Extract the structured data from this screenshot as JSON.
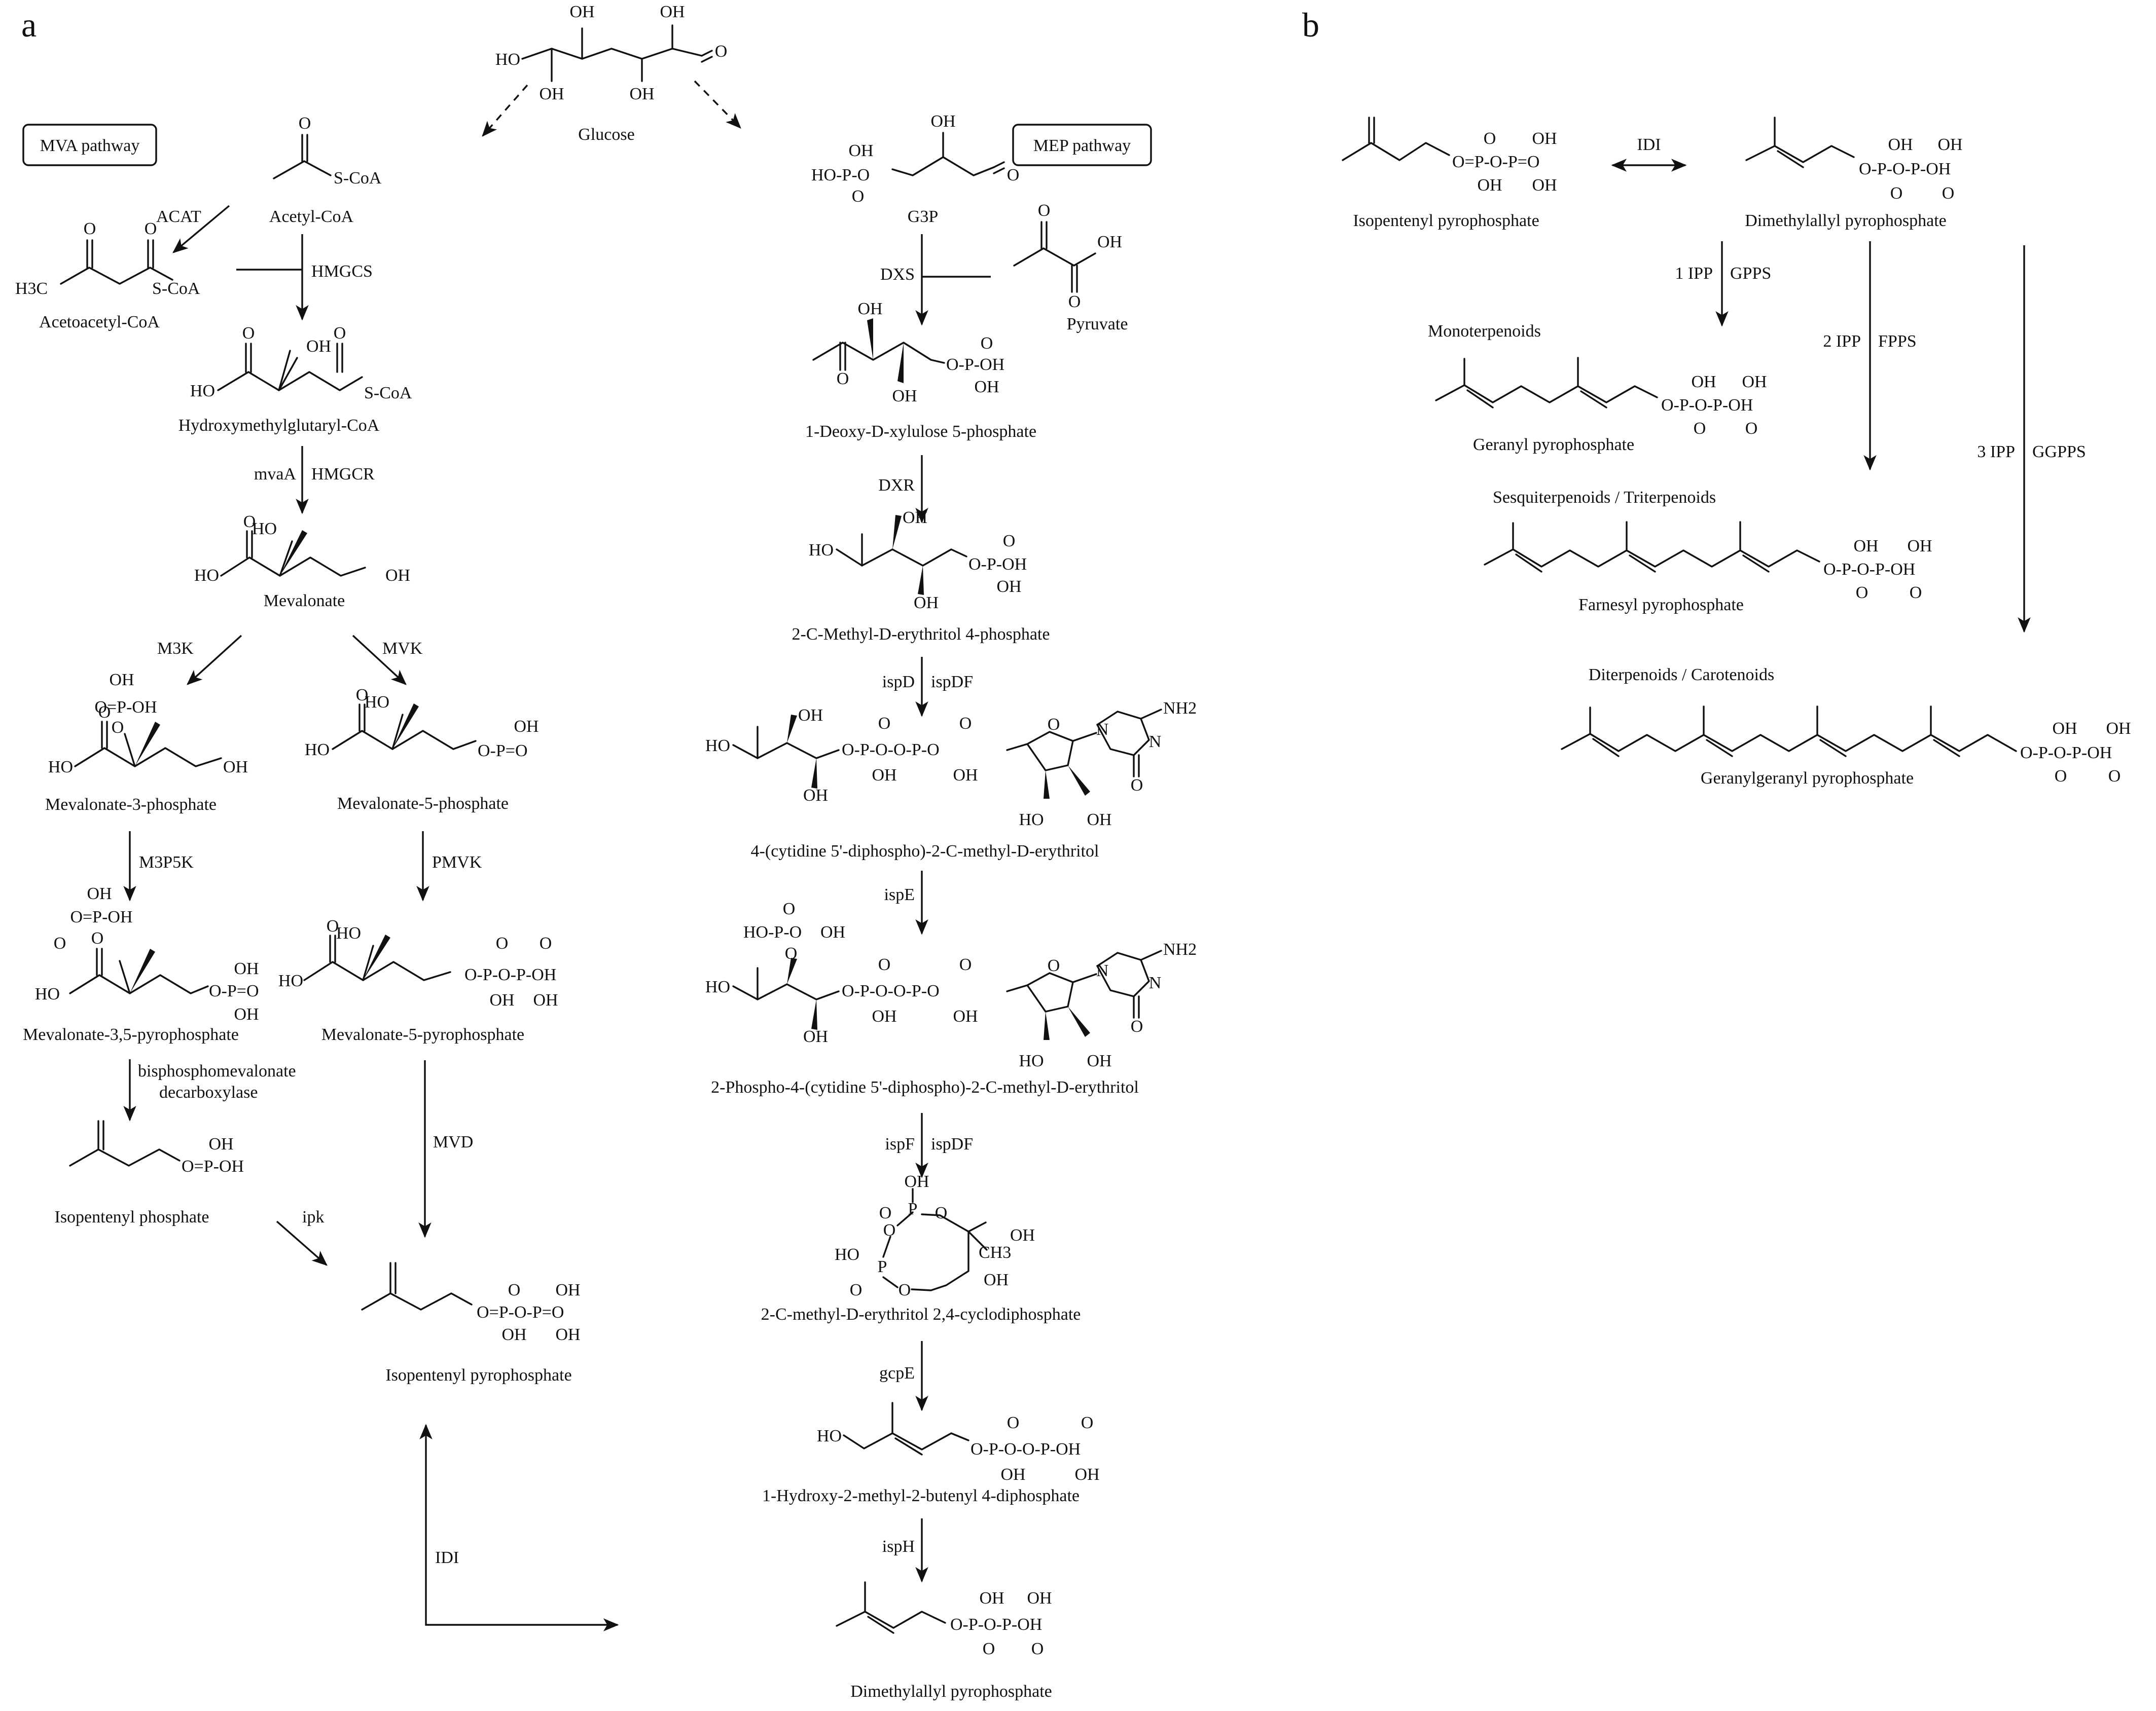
{
  "panels": {
    "a": "a",
    "b": "b"
  },
  "pathway_boxes": {
    "mva": "MVA pathway",
    "mep": "MEP pathway"
  },
  "start": {
    "glucose": "Glucose"
  },
  "mva": {
    "acetyl_coa": "Acetyl-CoA",
    "acetoacetyl_coa": "Acetoacetyl-CoA",
    "hmg_coa": "Hydroxymethylglutaryl-CoA",
    "mevalonate": "Mevalonate",
    "mevalonate_3p": "Mevalonate-3-phosphate",
    "mevalonate_5p": "Mevalonate-5-phosphate",
    "mevalonate_35pp": "Mevalonate-3,5-pyrophosphate",
    "mevalonate_5pp": "Mevalonate-5-pyrophosphate",
    "isopentenyl_p": "Isopentenyl phosphate",
    "ipp": "Isopentenyl pyrophosphate",
    "dmapp": "Dimethylallyl pyrophosphate"
  },
  "mva_enzymes": {
    "acat": "ACAT",
    "hmgcs": "HMGCS",
    "mvaa": "mvaA",
    "hmgcr": "HMGCR",
    "m3k": "M3K",
    "mvk": "MVK",
    "m3p5k": "M3P5K",
    "pmvk": "PMVK",
    "bpmd_1": "bisphosphomevalonate",
    "bpmd_2": "decarboxylase",
    "mvd": "MVD",
    "ipk": "ipk",
    "idi": "IDI"
  },
  "mep": {
    "g3p": "G3P",
    "pyruvate": "Pyruvate",
    "dxp": "1-Deoxy-D-xylulose 5-phosphate",
    "mep": "2-C-Methyl-D-erythritol 4-phosphate",
    "cdp_me": "4-(cytidine 5'-diphospho)-2-C-methyl-D-erythritol",
    "cdp_mep": "2-Phospho-4-(cytidine 5'-diphospho)-2-C-methyl-D-erythritol",
    "mecpp": "2-C-methyl-D-erythritol 2,4-cyclodiphosphate",
    "hmbpp": "1-Hydroxy-2-methyl-2-butenyl 4-diphosphate"
  },
  "mep_enzymes": {
    "dxs": "DXS",
    "dxr": "DXR",
    "ispd": "ispD",
    "ispdf": "ispDF",
    "ispe": "ispE",
    "ispf": "ispF",
    "ispdf2": "ispDF",
    "gcpe": "gcpE",
    "isph": "ispH"
  },
  "b": {
    "ipp": "Isopentenyl pyrophosphate",
    "dmapp": "Dimethylallyl pyrophosphate",
    "idi": "IDI",
    "gpps_count": "1 IPP",
    "gpps": "GPPS",
    "fpps_count": "2 IPP",
    "fpps": "FPPS",
    "ggpps_count": "3 IPP",
    "ggpps": "GGPPS",
    "class_mono": "Monoterpenoids",
    "gpp": "Geranyl pyrophosphate",
    "class_sesqui": "Sesquiterpenoids / Triterpenoids",
    "fpp": "Farnesyl pyrophosphate",
    "class_di": "Diterpenoids / Carotenoids",
    "ggpp": "Geranylgeranyl pyrophosphate"
  },
  "atoms": {
    "oh": "OH",
    "ho": "HO",
    "o": "O",
    "o_bond": "O=",
    "p": "P",
    "scoa": "S-CoA",
    "h3c": "H3C",
    "ch3": "CH3",
    "nh2": "NH2",
    "n": "N",
    "ho_p_o": "HO-P-O",
    "o_p_oh": "O-P-OH",
    "o_p_o": "O-P-O",
    "p_oh": "P-OH",
    "o_eq_p_oh": "O=P-OH",
    "o_eq_p_o": "O=P-O",
    "o_p_eq_o": "O-P=O",
    "p_eq_o": "P=O",
    "o_p_o_p_oh": "O-P-O-P-OH",
    "o_eq_p_o_p_eq_o": "O=P-O-P=O",
    "o_p_o_o_p_oh": "O-P-O-O-P-OH",
    "o_p_o_o_p_o": "O-P-O-O-P-O"
  }
}
